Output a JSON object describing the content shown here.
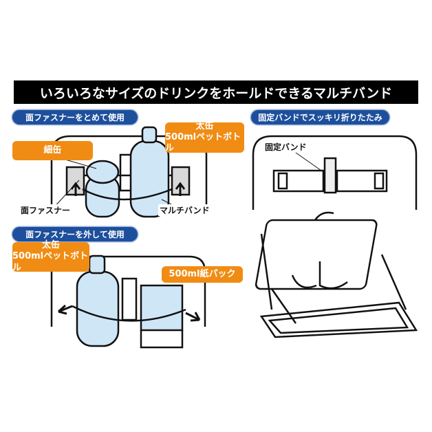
{
  "title": "いろいろなサイズのドリンクをホールドできるマルチバンド",
  "sections": {
    "fastened": {
      "heading": "面ファスナーをとめて使用",
      "callout_thin": "細缶",
      "callout_thick_line1": "太缶",
      "callout_thick_line2": "500mlペットボトル",
      "label_fastener": "面ファスナー",
      "label_multiband": "マルチバンド"
    },
    "unfastened": {
      "heading": "面ファスナーを外して使用",
      "callout_thick_line1": "太缶",
      "callout_thick_line2": "500mlペットボトル",
      "callout_carton": "500ml紙パック"
    },
    "folding": {
      "heading": "固定バンドでスッキリ折りたたみ",
      "label_fixing_band": "固定バンド"
    }
  },
  "colors": {
    "accent_orange": "#f08c14",
    "heading_blue": "#1d4f9c",
    "drink_blue": "#cfe6f7"
  }
}
